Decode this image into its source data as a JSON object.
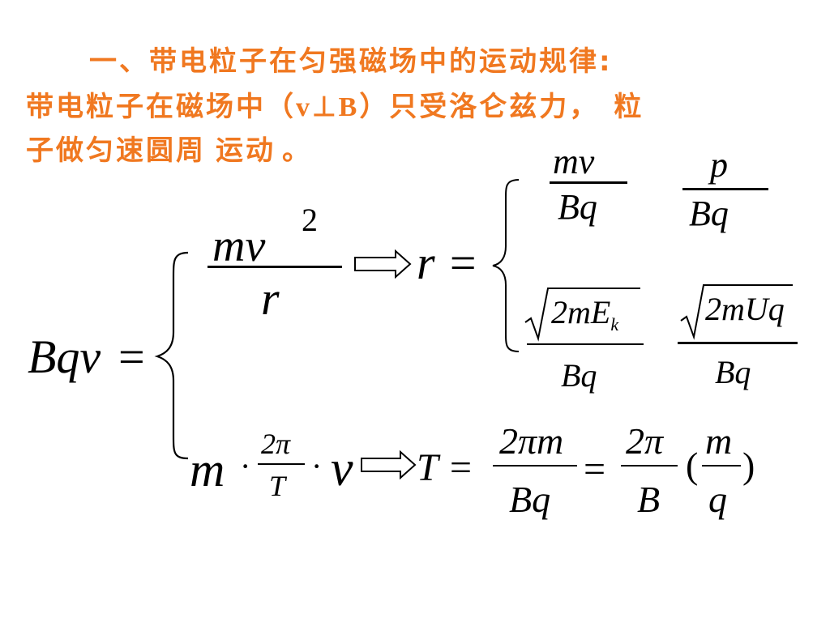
{
  "colors": {
    "heading": "#f07820",
    "math": "#000000"
  },
  "heading": {
    "line1": "一、带电粒子在匀强磁场中的运动规律:",
    "line2_a": "带电粒子在磁场中（",
    "line2_v": "v",
    "line2_perp": "⊥",
    "line2_b": "B",
    "line2_c": "）只受洛仑兹力，",
    "line2_d": "粒",
    "line3_a": "子做匀速圆周",
    "line3_b": "运动",
    "line3_c": "。"
  },
  "formulas": {
    "lhs": "Bqv",
    "eq": "=",
    "top_num": "mv",
    "top_exp": "2",
    "top_den": "r",
    "r_eq": "r =",
    "r1_num": "mv",
    "r1_den": "Bq",
    "r2_num": "p",
    "r2_den": "Bq",
    "r3_rad": "2mE",
    "r3_sub": "k",
    "r3_den": "Bq",
    "r4_rad": "2mUq",
    "r4_den": "Bq",
    "bot_m": "m",
    "dot": "·",
    "bot_frac_num": "2π",
    "bot_frac_den": "T",
    "bot_v": "v",
    "T_eq": "T =",
    "t1_num": "2πm",
    "t1_den": "Bq",
    "eq2": "=",
    "t2_num": "2π",
    "t2_den": "B",
    "paren_l": "(",
    "t3_num": "m",
    "t3_den": "q",
    "paren_r": ")"
  }
}
